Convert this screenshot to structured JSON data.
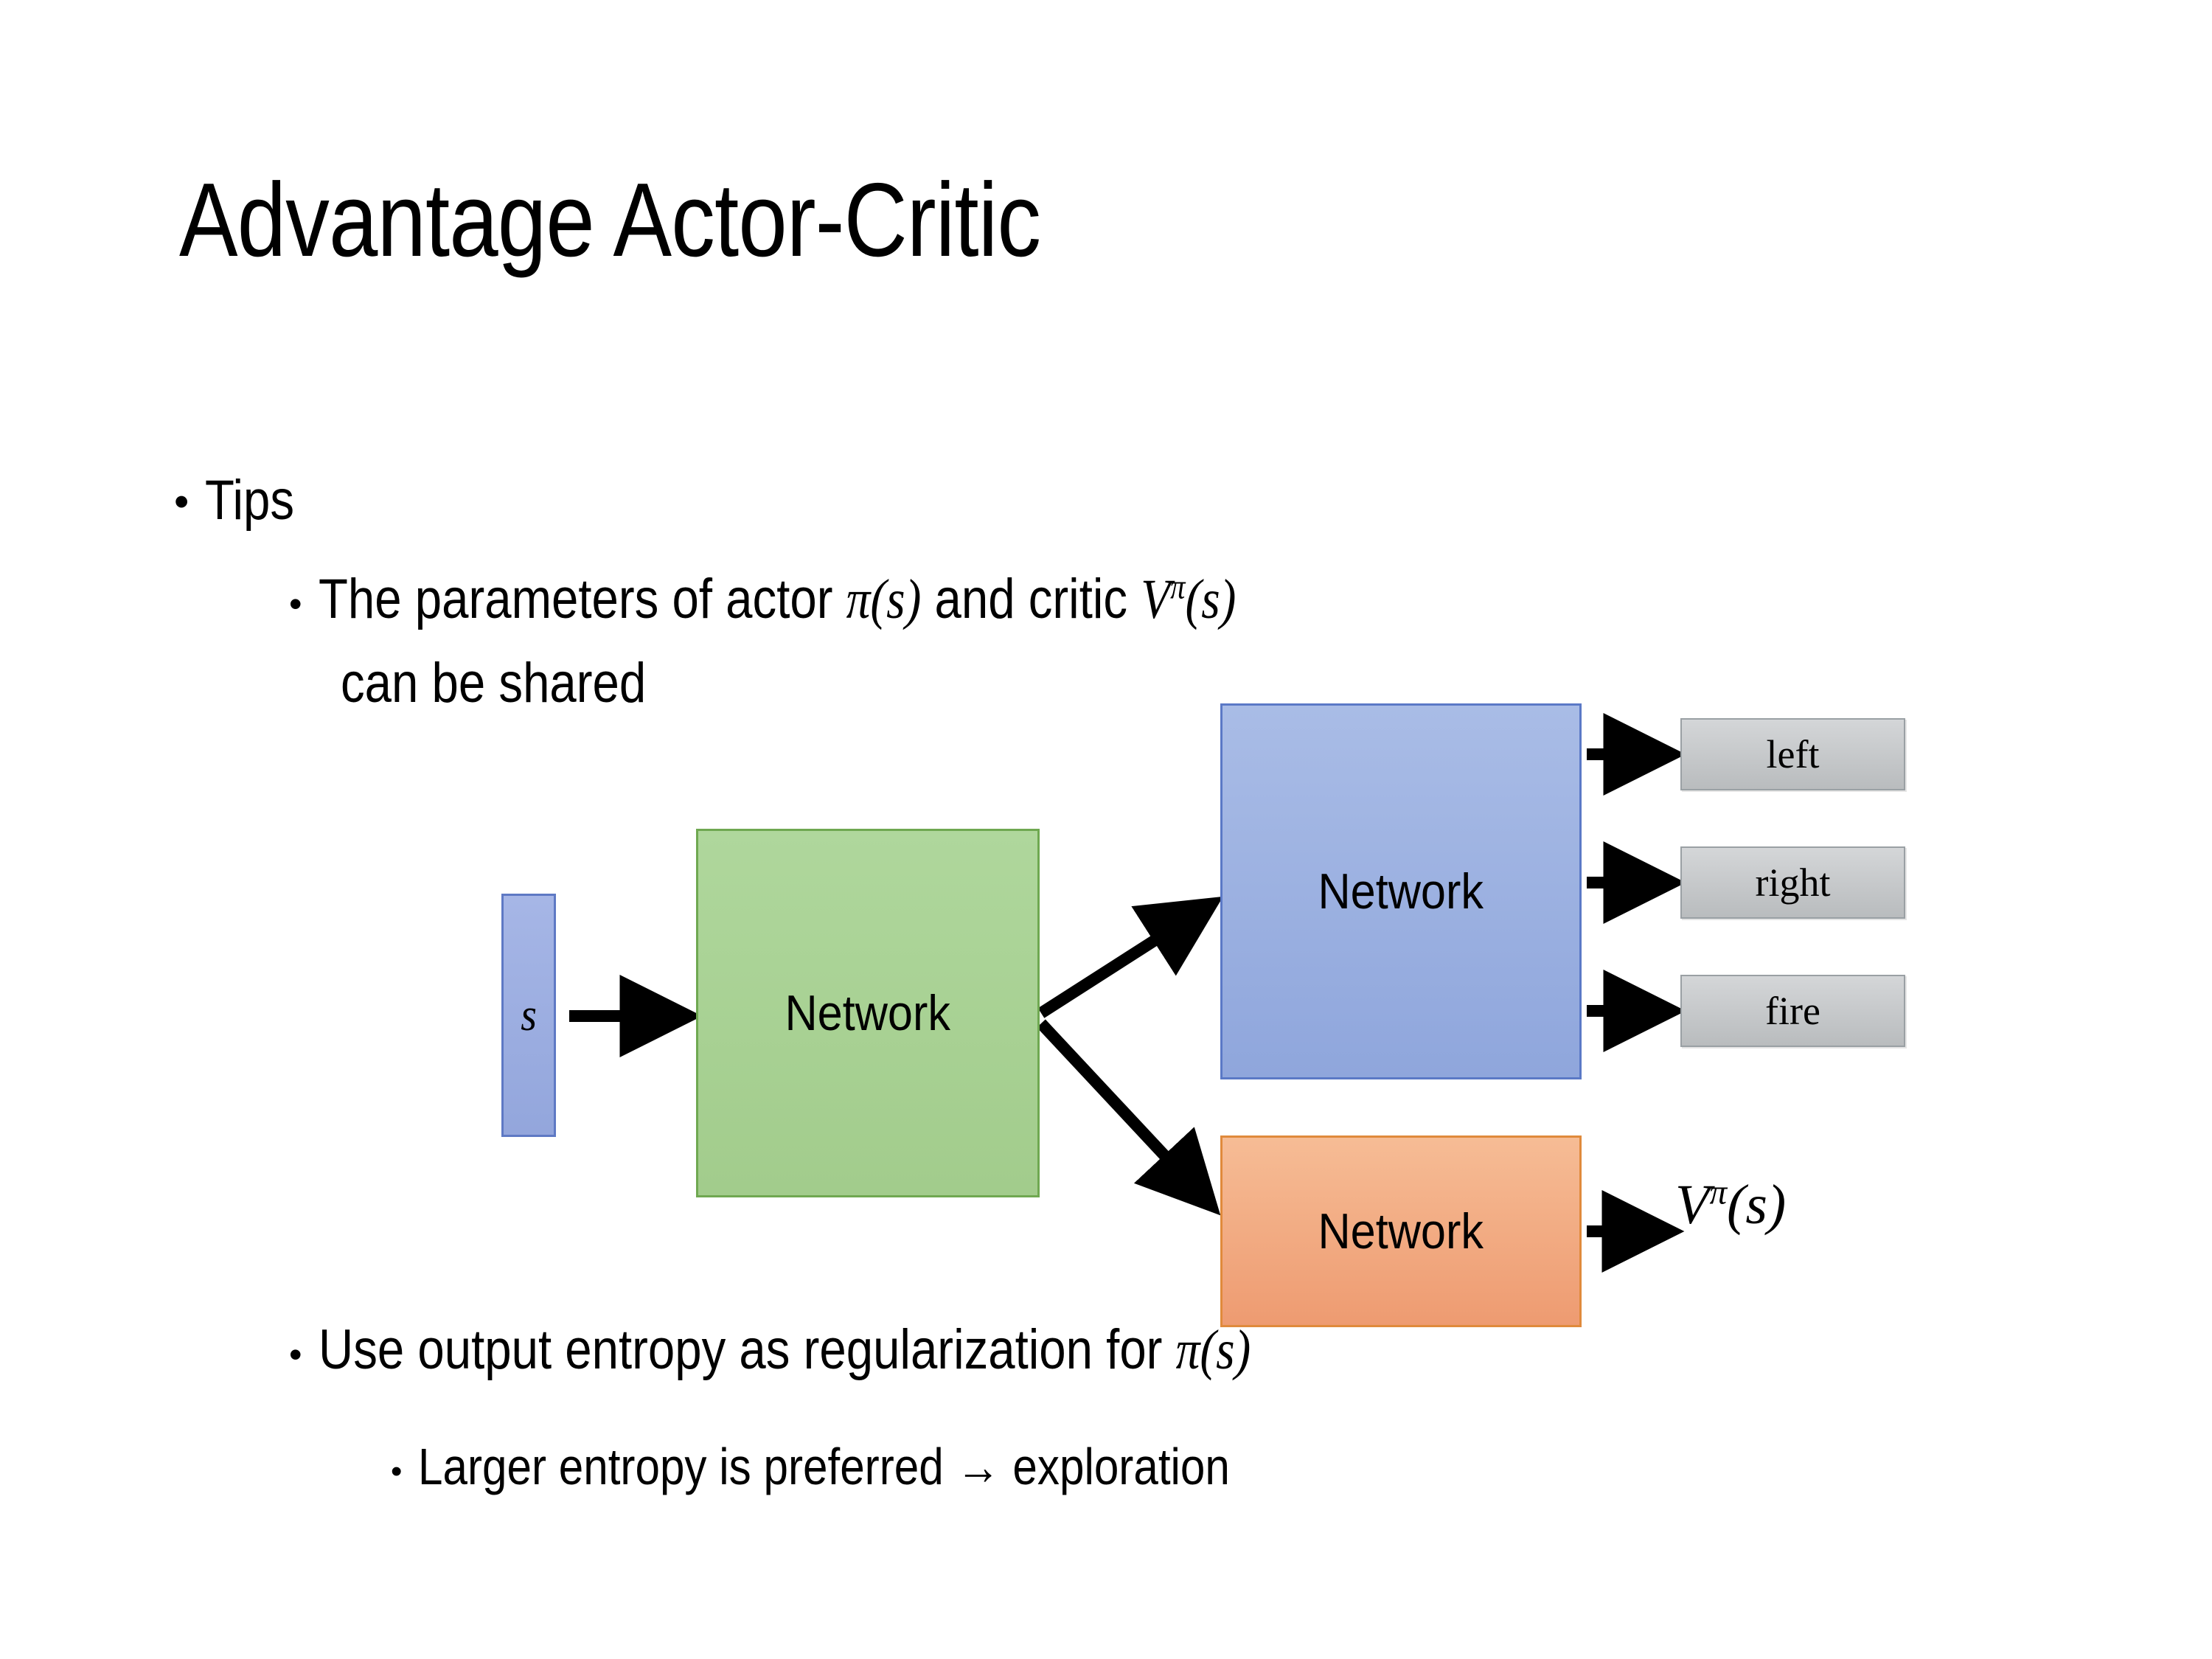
{
  "slide": {
    "title": "Advantage Actor-Critic",
    "background": "#FFFFFF"
  },
  "bullets": {
    "tips": {
      "marker": "•",
      "label": "Tips"
    },
    "parameters": {
      "marker": "•",
      "line1_pre": "The parameters of actor ",
      "line1_math1": "π(s)",
      "line1_mid": "  and critic ",
      "line1_math2_base": "V",
      "line1_math2_sup": "π",
      "line1_math2_arg": "(s)",
      "line2": "can be shared"
    },
    "entropy": {
      "marker": "•",
      "text_pre": "Use output entropy as regularization for ",
      "text_math": "π(s)"
    },
    "exploration": {
      "marker": "•",
      "text": "Larger entropy is preferred → exploration"
    }
  },
  "diagram": {
    "input_box": {
      "label": "s",
      "fill": "#9AACE0",
      "border": "#5E79C4"
    },
    "shared_network": {
      "label": "Network",
      "fill": "#A9D08E",
      "border": "#6FA851"
    },
    "actor_network": {
      "label": "Network",
      "fill": "#9DB3E3",
      "border": "#5B79C6"
    },
    "critic_network": {
      "label": "Network",
      "fill": "#F4B183",
      "border": "#E08A3C"
    },
    "actions": [
      {
        "label": "left",
        "fill": "#C6C9CB",
        "border": "#9AA0A4"
      },
      {
        "label": "right",
        "fill": "#C6C9CB",
        "border": "#9AA0A4"
      },
      {
        "label": "fire",
        "fill": "#C6C9CB",
        "border": "#9AA0A4"
      }
    ],
    "value_output": {
      "base": "V",
      "superscript": "π",
      "argument": "(s)"
    },
    "arrow_color": "#000000"
  }
}
